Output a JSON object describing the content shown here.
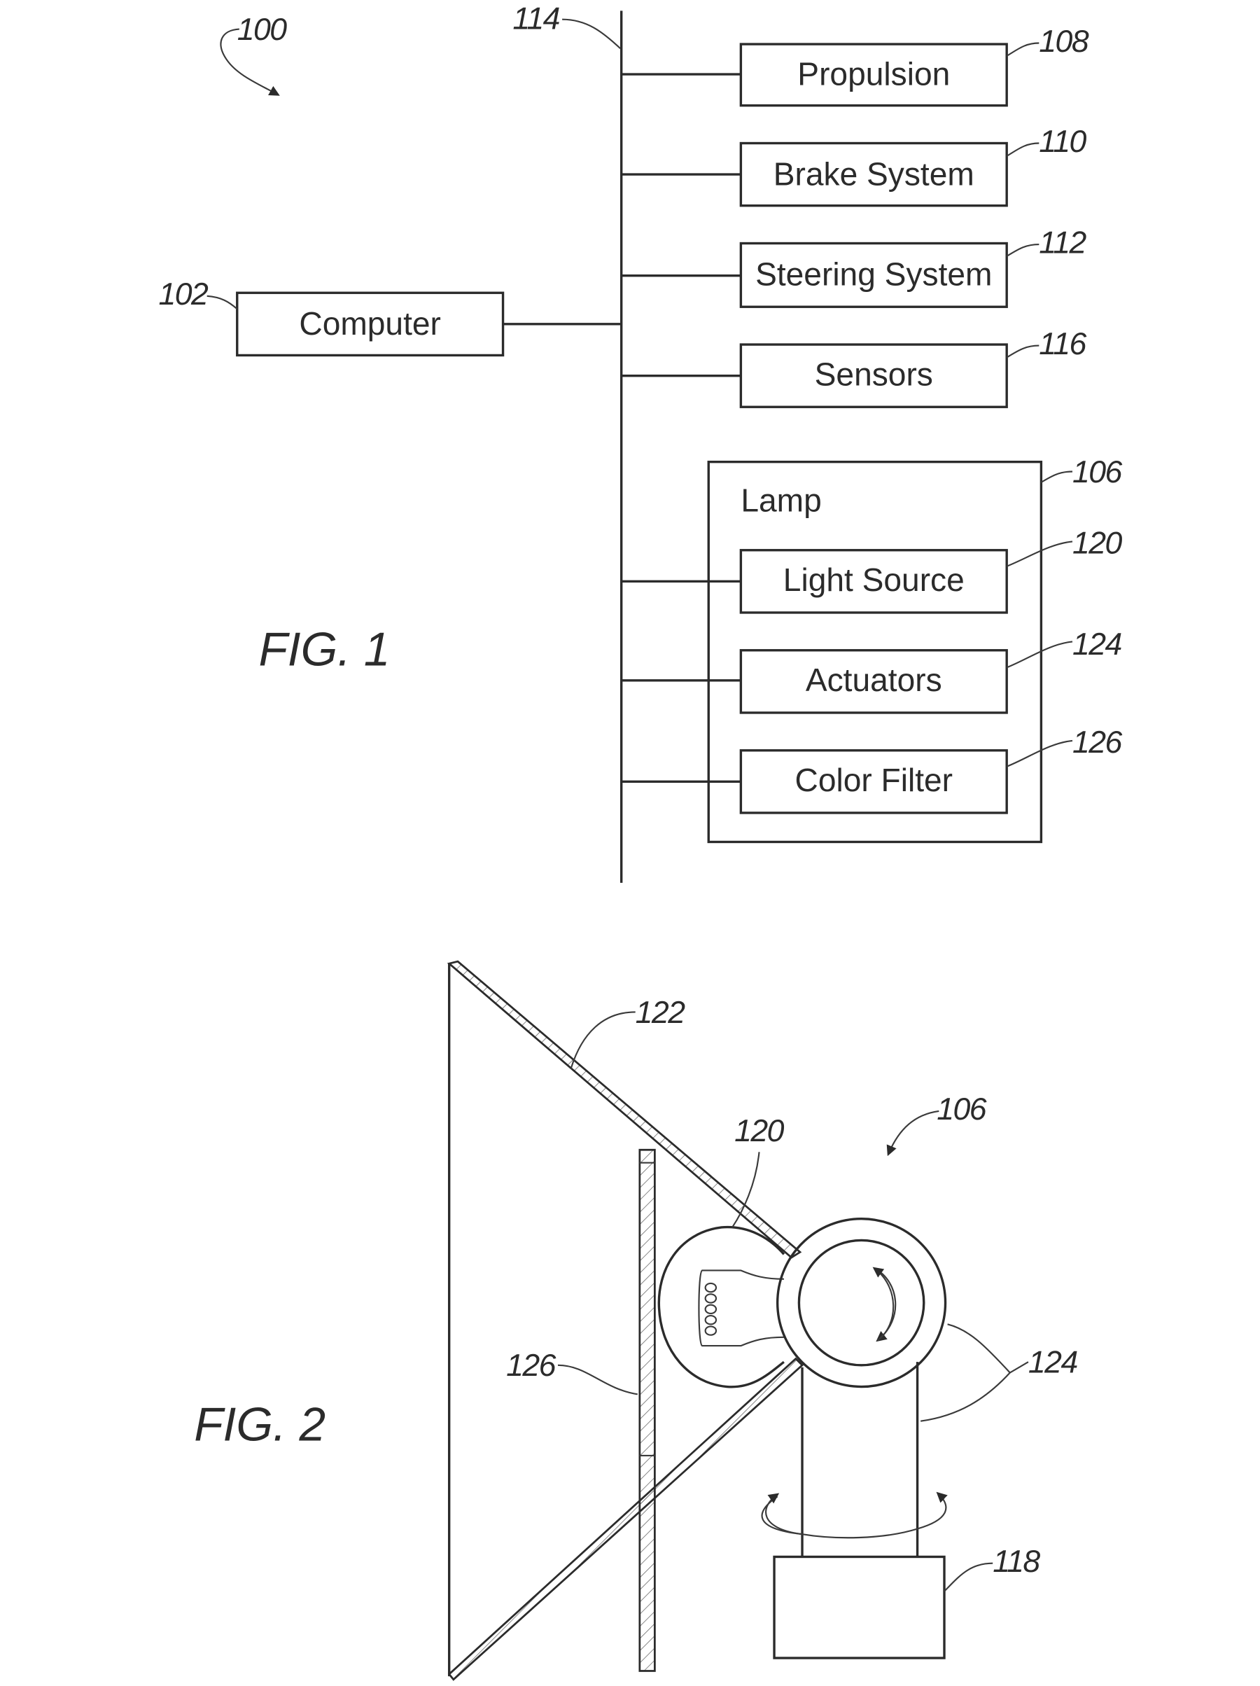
{
  "fig1": {
    "caption": "FIG. 1",
    "system_ref": "100",
    "bus_ref": "114",
    "computer": {
      "label": "Computer",
      "ref": "102"
    },
    "components": [
      {
        "label": "Propulsion",
        "ref": "108"
      },
      {
        "label": "Brake System",
        "ref": "110"
      },
      {
        "label": "Steering System",
        "ref": "112"
      },
      {
        "label": "Sensors",
        "ref": "116"
      }
    ],
    "lamp": {
      "label": "Lamp",
      "ref": "106",
      "parts": [
        {
          "label": "Light Source",
          "ref": "120"
        },
        {
          "label": "Actuators",
          "ref": "124"
        },
        {
          "label": "Color Filter",
          "ref": "126"
        }
      ]
    }
  },
  "fig2": {
    "caption": "FIG. 2",
    "refs": {
      "reflector": "122",
      "lamp": "106",
      "light_source": "120",
      "color_filter": "126",
      "actuators": "124",
      "base": "118"
    }
  }
}
